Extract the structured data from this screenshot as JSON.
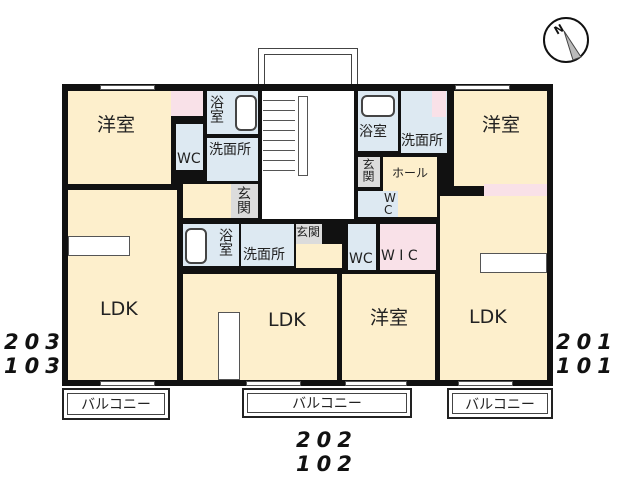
{
  "compass": {
    "label": "N",
    "icon": "north-arrow-icon"
  },
  "units": {
    "left": {
      "numbers": [
        "203",
        "103"
      ]
    },
    "center": {
      "numbers": [
        "202",
        "102"
      ]
    },
    "right": {
      "numbers": [
        "201",
        "101"
      ]
    }
  },
  "rooms": {
    "left_western": "洋室",
    "left_ldk": "LDK",
    "left_bath": "浴室",
    "left_wash": "洗面所",
    "left_wc": "WC",
    "left_entry": "玄関",
    "center_bath": "浴室",
    "center_wash": "洗面所",
    "center_entry": "玄関",
    "center_ldk": "LDK",
    "center_western": "洋室",
    "center_wc": "WC",
    "center_wic": "W I C",
    "right_western": "洋室",
    "right_bath": "浴室",
    "right_wash": "洗面所",
    "right_entry": "玄関",
    "right_hall": "ホール",
    "right_wc": "W C",
    "right_ldk": "LDK"
  },
  "balconies": {
    "left": "バルコニー",
    "center": "バルコニー",
    "right": "バルコニー"
  },
  "colors": {
    "living": "#fdefcc",
    "wet": "#dde9f2",
    "storage": "#f9e1e8",
    "entry": "#dcdcdc",
    "wall": "#111111"
  }
}
